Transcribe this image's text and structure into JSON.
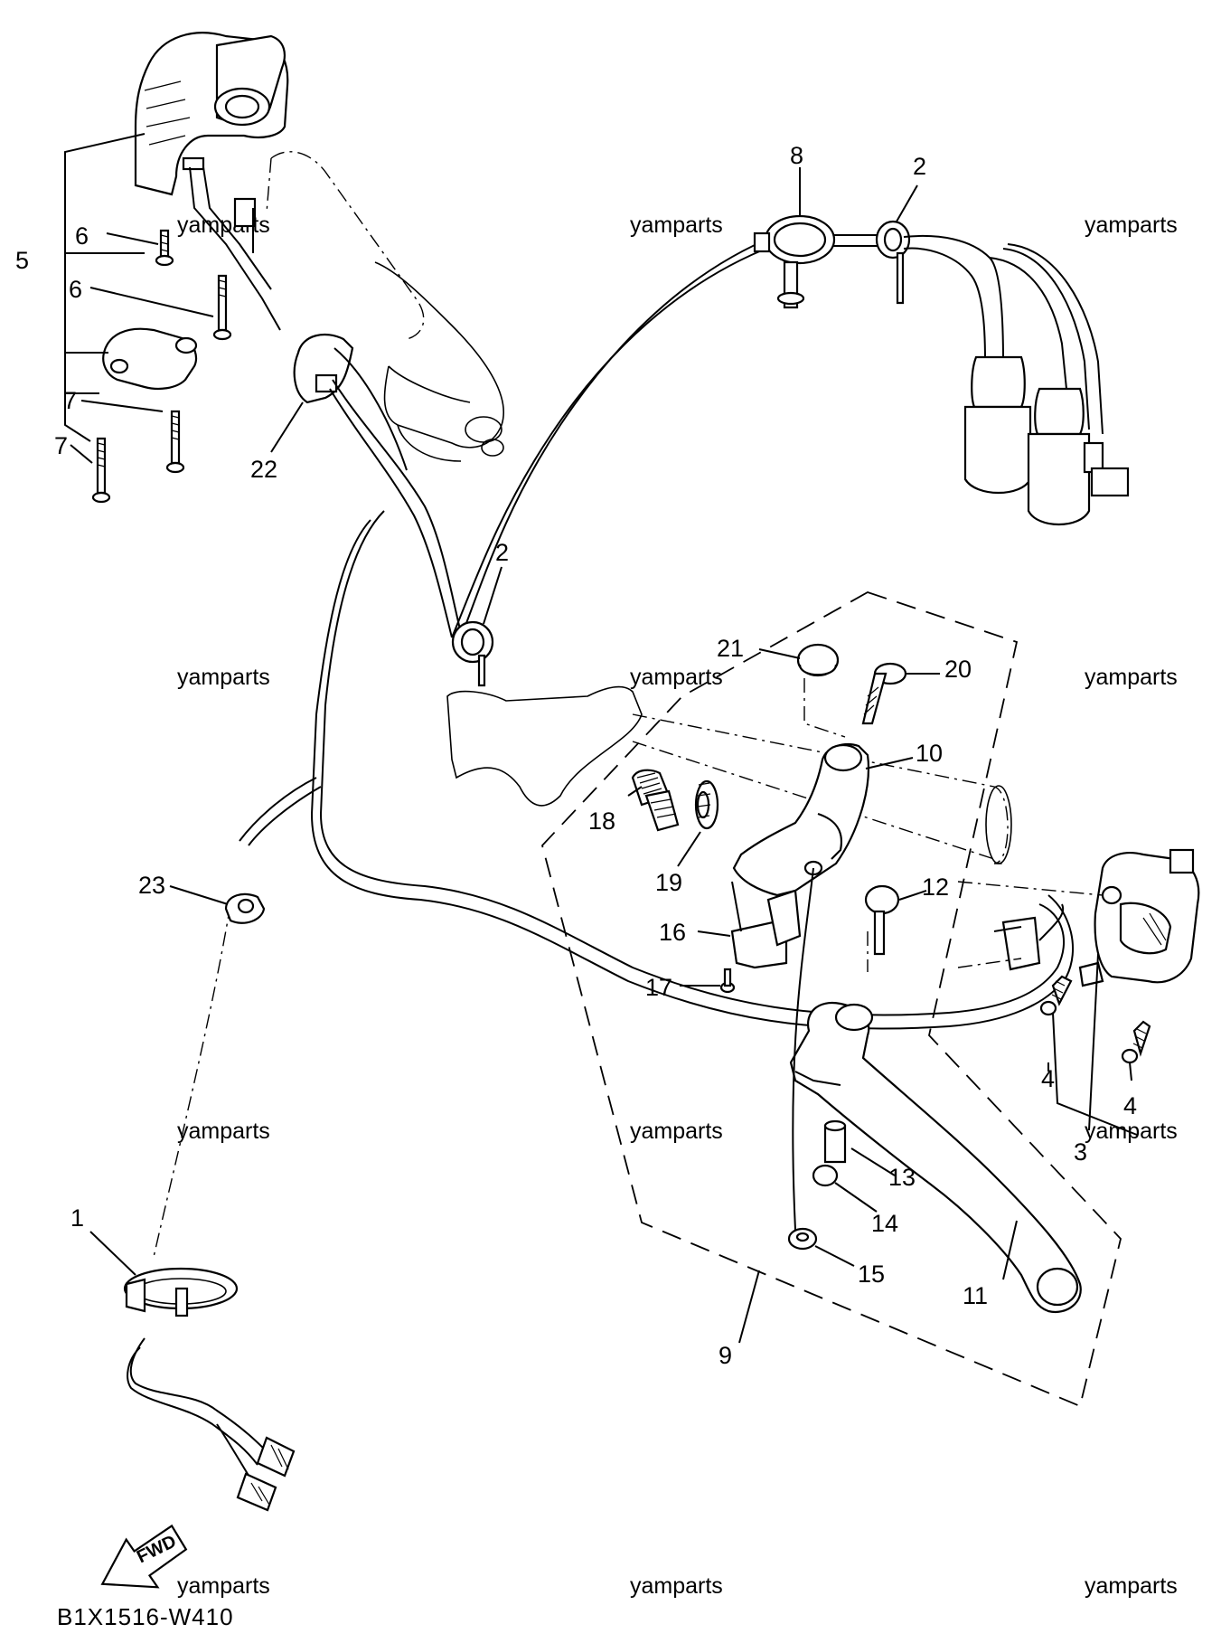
{
  "diagram": {
    "code": "B1X1516-W410",
    "fwd_label": "FWD",
    "watermark": "yamparts",
    "callouts": [
      "1",
      "2",
      "2",
      "3",
      "4",
      "4",
      "5",
      "6",
      "6",
      "7",
      "7",
      "8",
      "9",
      "10",
      "11",
      "12",
      "13",
      "14",
      "15",
      "16",
      "17",
      "18",
      "19",
      "20",
      "21",
      "22",
      "23"
    ]
  }
}
